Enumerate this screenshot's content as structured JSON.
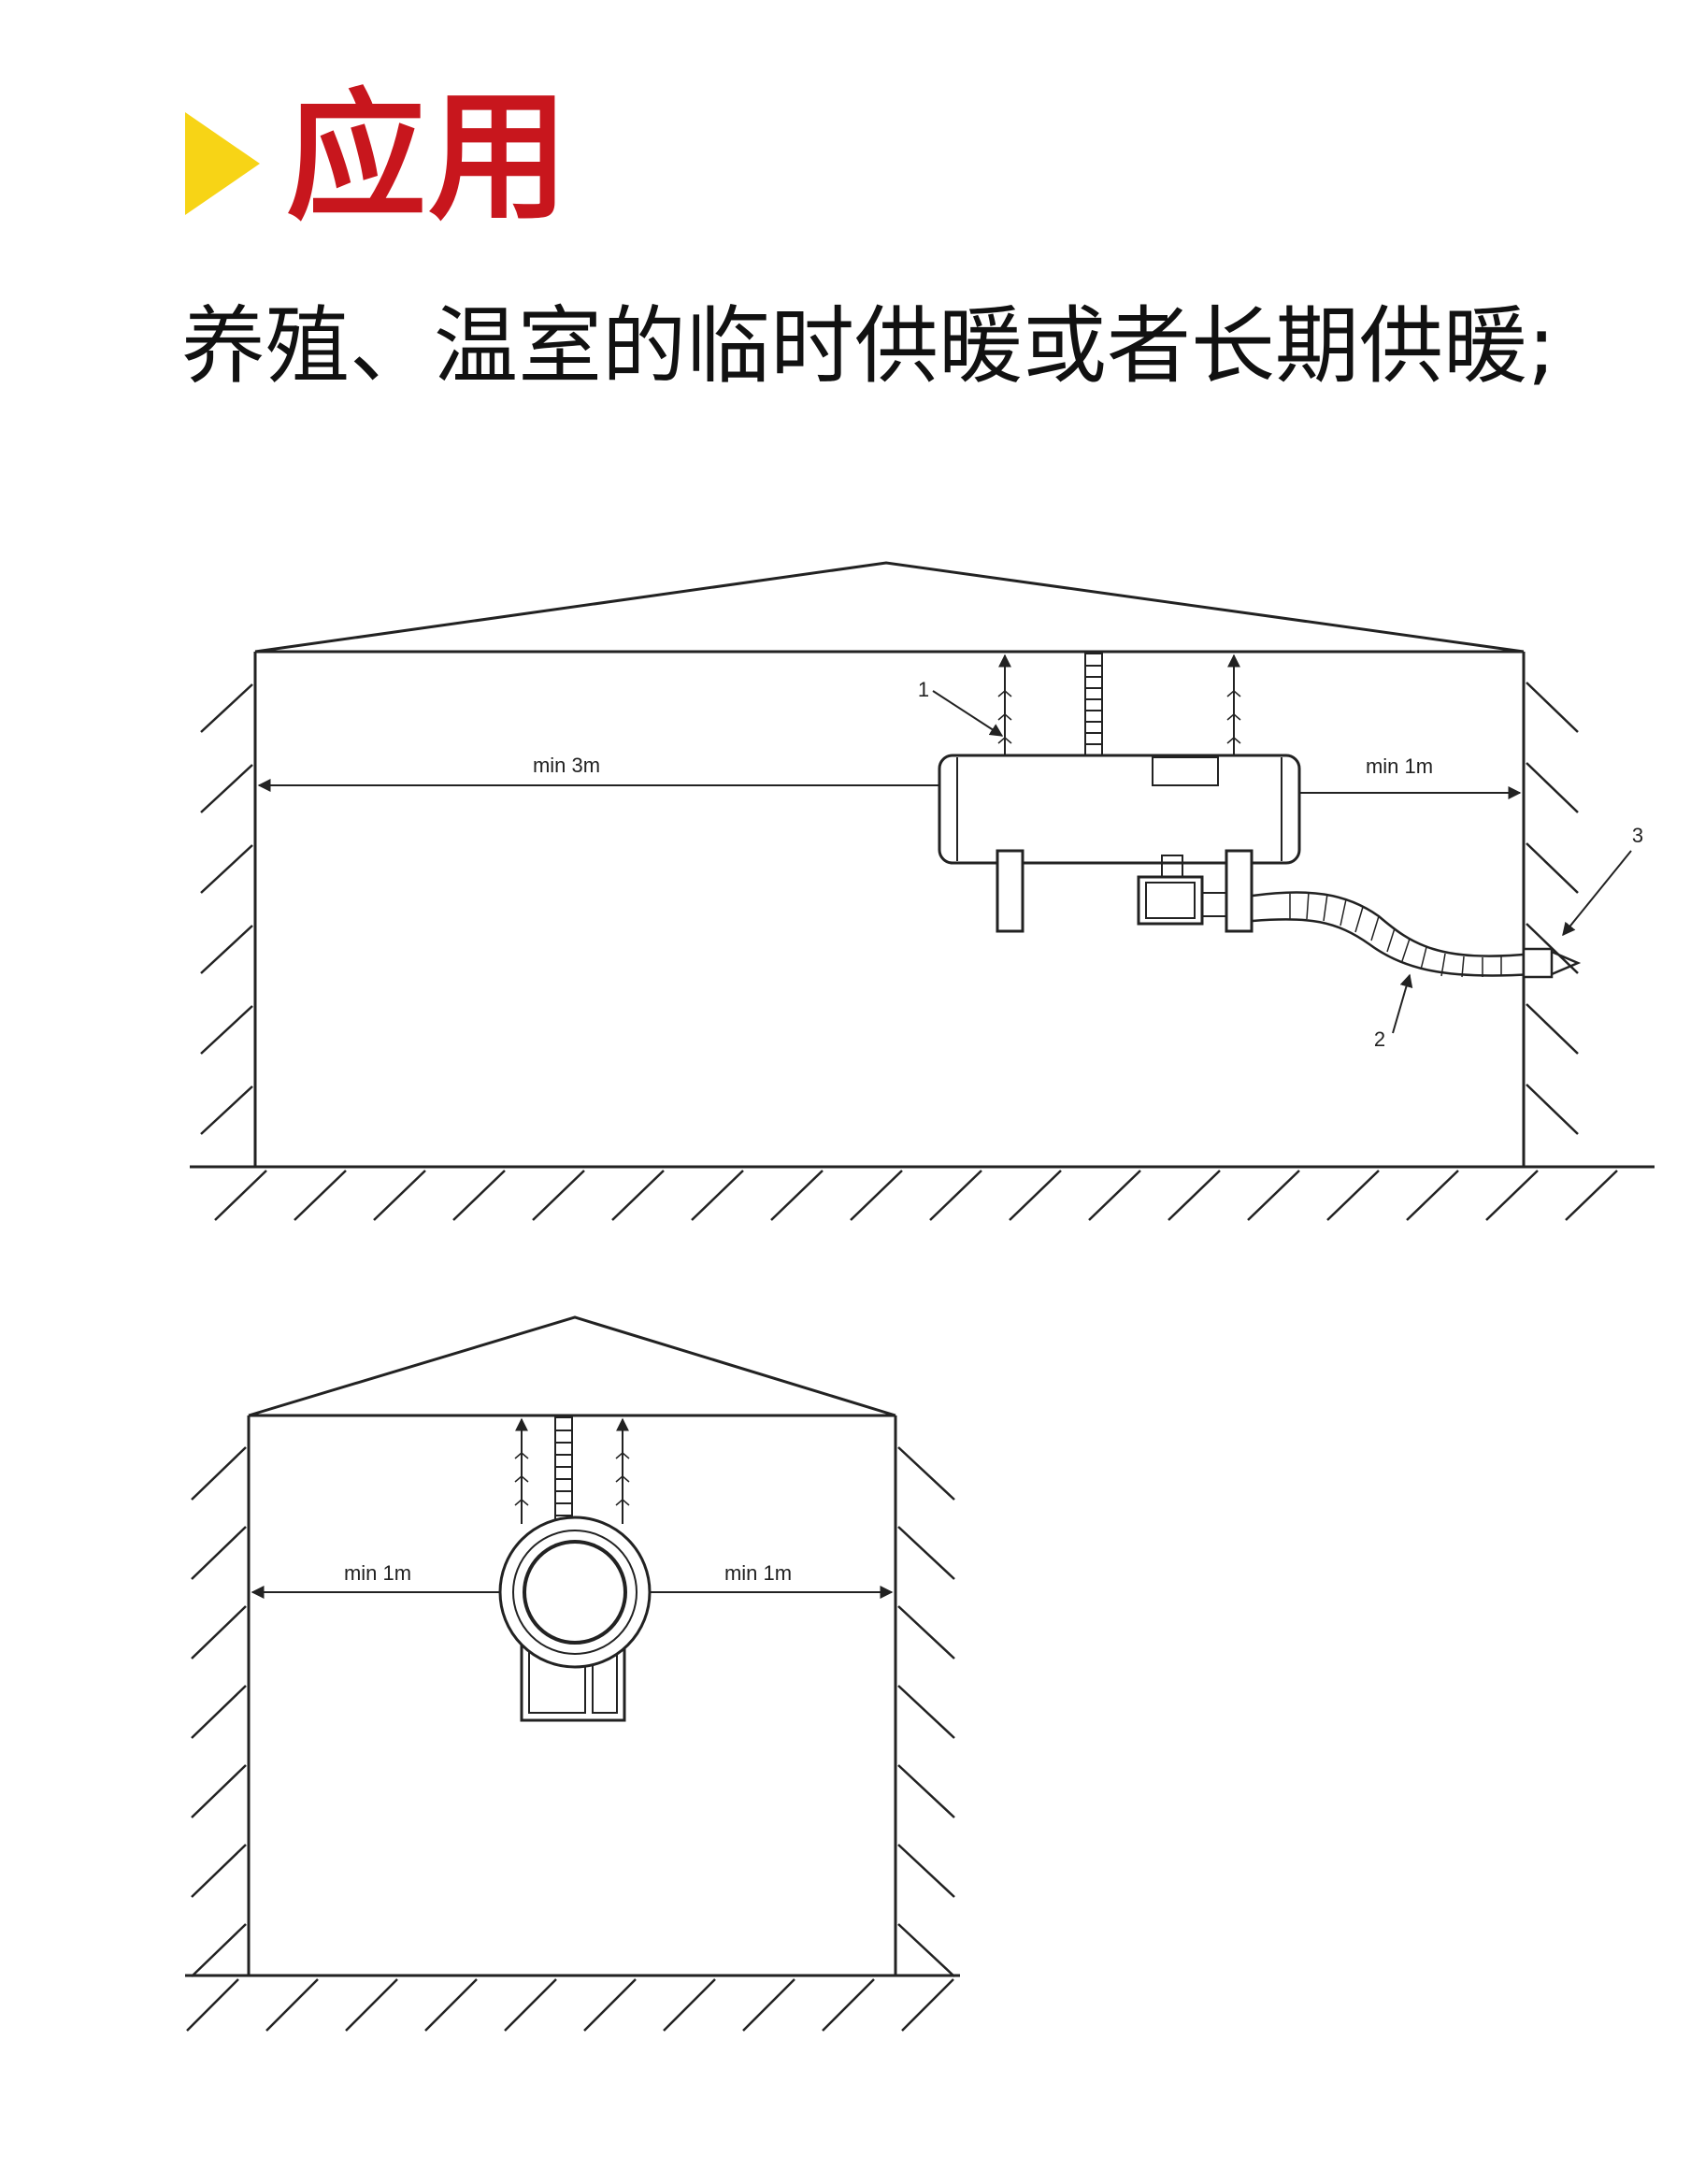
{
  "heading": {
    "text": "应用",
    "color": "#c8161d",
    "marker_color": "#f7d416",
    "marker_icon": "triangle-marker-icon"
  },
  "subtitle": {
    "text": "养殖、温室的临时供暖或者长期供暖;"
  },
  "side_view": {
    "labels": {
      "left_clearance": "min 3m",
      "right_clearance": "min 1m",
      "callout_1": "1",
      "callout_2": "2",
      "callout_3": "3"
    }
  },
  "end_view": {
    "labels": {
      "left_clearance": "min 1m",
      "right_clearance": "min 1m"
    }
  }
}
